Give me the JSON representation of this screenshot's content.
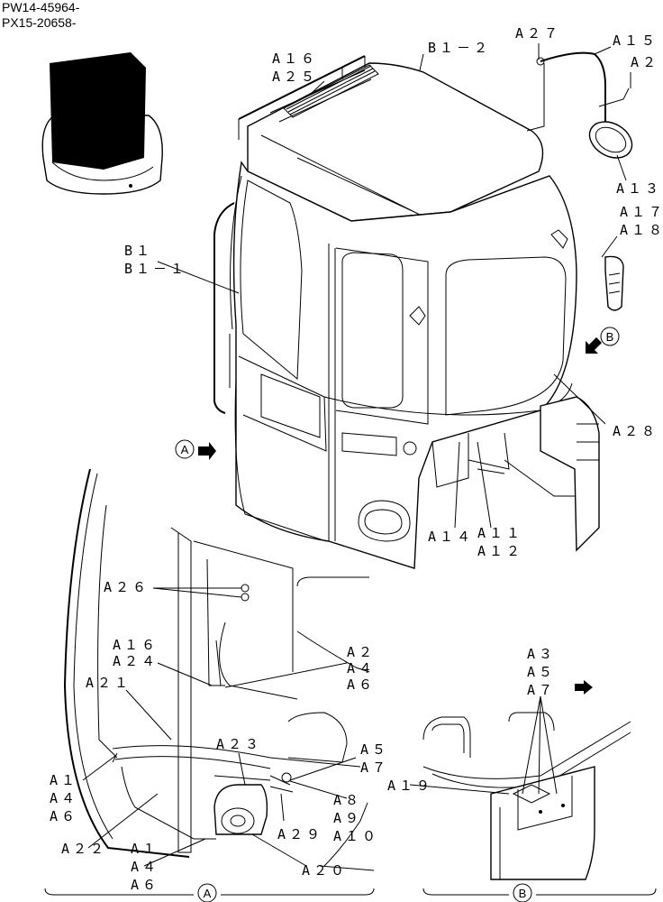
{
  "header": {
    "line1": "PW14-45964-",
    "line2": "PX15-20658-"
  },
  "callouts": {
    "B1_2": "B１－２",
    "A16_top": "A１６",
    "A25": "A２５",
    "A27": "A２７",
    "A15": "A１５",
    "A2_top": "A２",
    "A13": "A１３",
    "A17": "A１７",
    "A18": "A１８",
    "B1": "B１",
    "B1_1": "B１－１",
    "A28": "A２８",
    "A14": "A１４",
    "A11": "A１１",
    "A12": "A１２",
    "A26": "A２６",
    "A16_detail": "A１６",
    "A24": "A２４",
    "A21": "A２１",
    "A2_detail": "A２",
    "A4_detail": "A４",
    "A6_detail": "A６",
    "A23": "A２３",
    "A5_detail": "A５",
    "A7_detail": "A７",
    "A8": "A８",
    "A9": "A９",
    "A10": "A１０",
    "A29": "A２９",
    "A20": "A２０",
    "A1_left": "A１",
    "A4_left": "A４",
    "A6_left": "A６",
    "A22": "A２２",
    "A1_bottom": "A１",
    "A4_bottom": "A４",
    "A6_bottom": "A６",
    "A3": "A３",
    "A5_b": "A５",
    "A7_b": "A７",
    "A19": "A１９"
  },
  "view_markers": {
    "A": "A",
    "B": "B"
  }
}
